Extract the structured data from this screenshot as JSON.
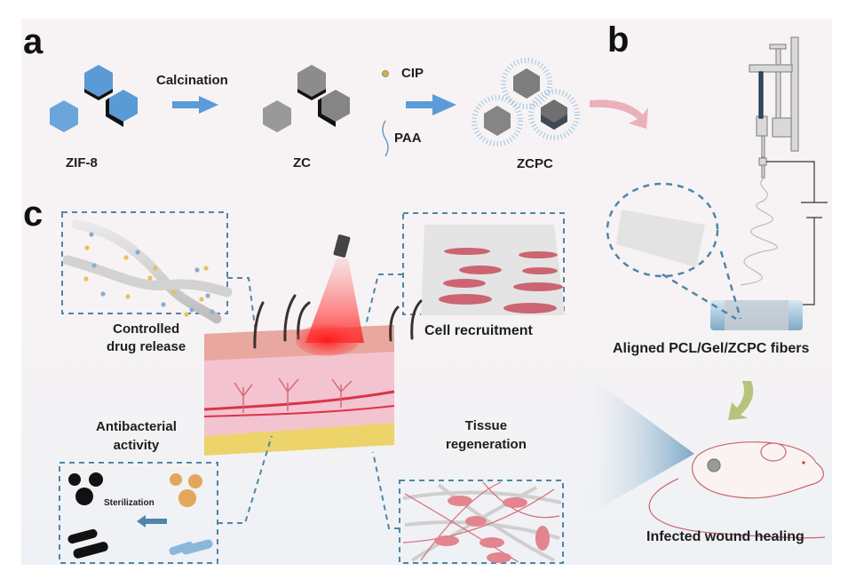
{
  "figure": {
    "panels": {
      "a": {
        "letter": "a",
        "labels": {
          "zif8": "ZIF-8",
          "calcination": "Calcination",
          "zc": "ZC",
          "cip": "CIP",
          "paa": "PAA",
          "zcpc": "ZCPC"
        }
      },
      "b": {
        "letter": "b",
        "labels": {
          "fibers": "Aligned PCL/Gel/ZCPC fibers",
          "wound": "Infected wound healing"
        }
      },
      "c": {
        "letter": "c",
        "labels": {
          "drug_line1": "Controlled",
          "drug_line2": "drug release",
          "cell": "Cell recruitment",
          "anti_line1": "Antibacterial",
          "anti_line2": "activity",
          "sterilization": "Sterilization",
          "tissue_line1": "Tissue",
          "tissue_line2": "regeneration"
        }
      }
    },
    "colors": {
      "zif8_blue": "#5b9bd5",
      "zc_gray": "#8c8c8c",
      "arrow_blue": "#5a9bd8",
      "dash_blue": "#4f86a8",
      "skin_pink": "#f3c3cf",
      "fat_yellow": "#ecd36a",
      "laser_red": "#ff2a2a",
      "cell_red": "#c8505e"
    }
  }
}
